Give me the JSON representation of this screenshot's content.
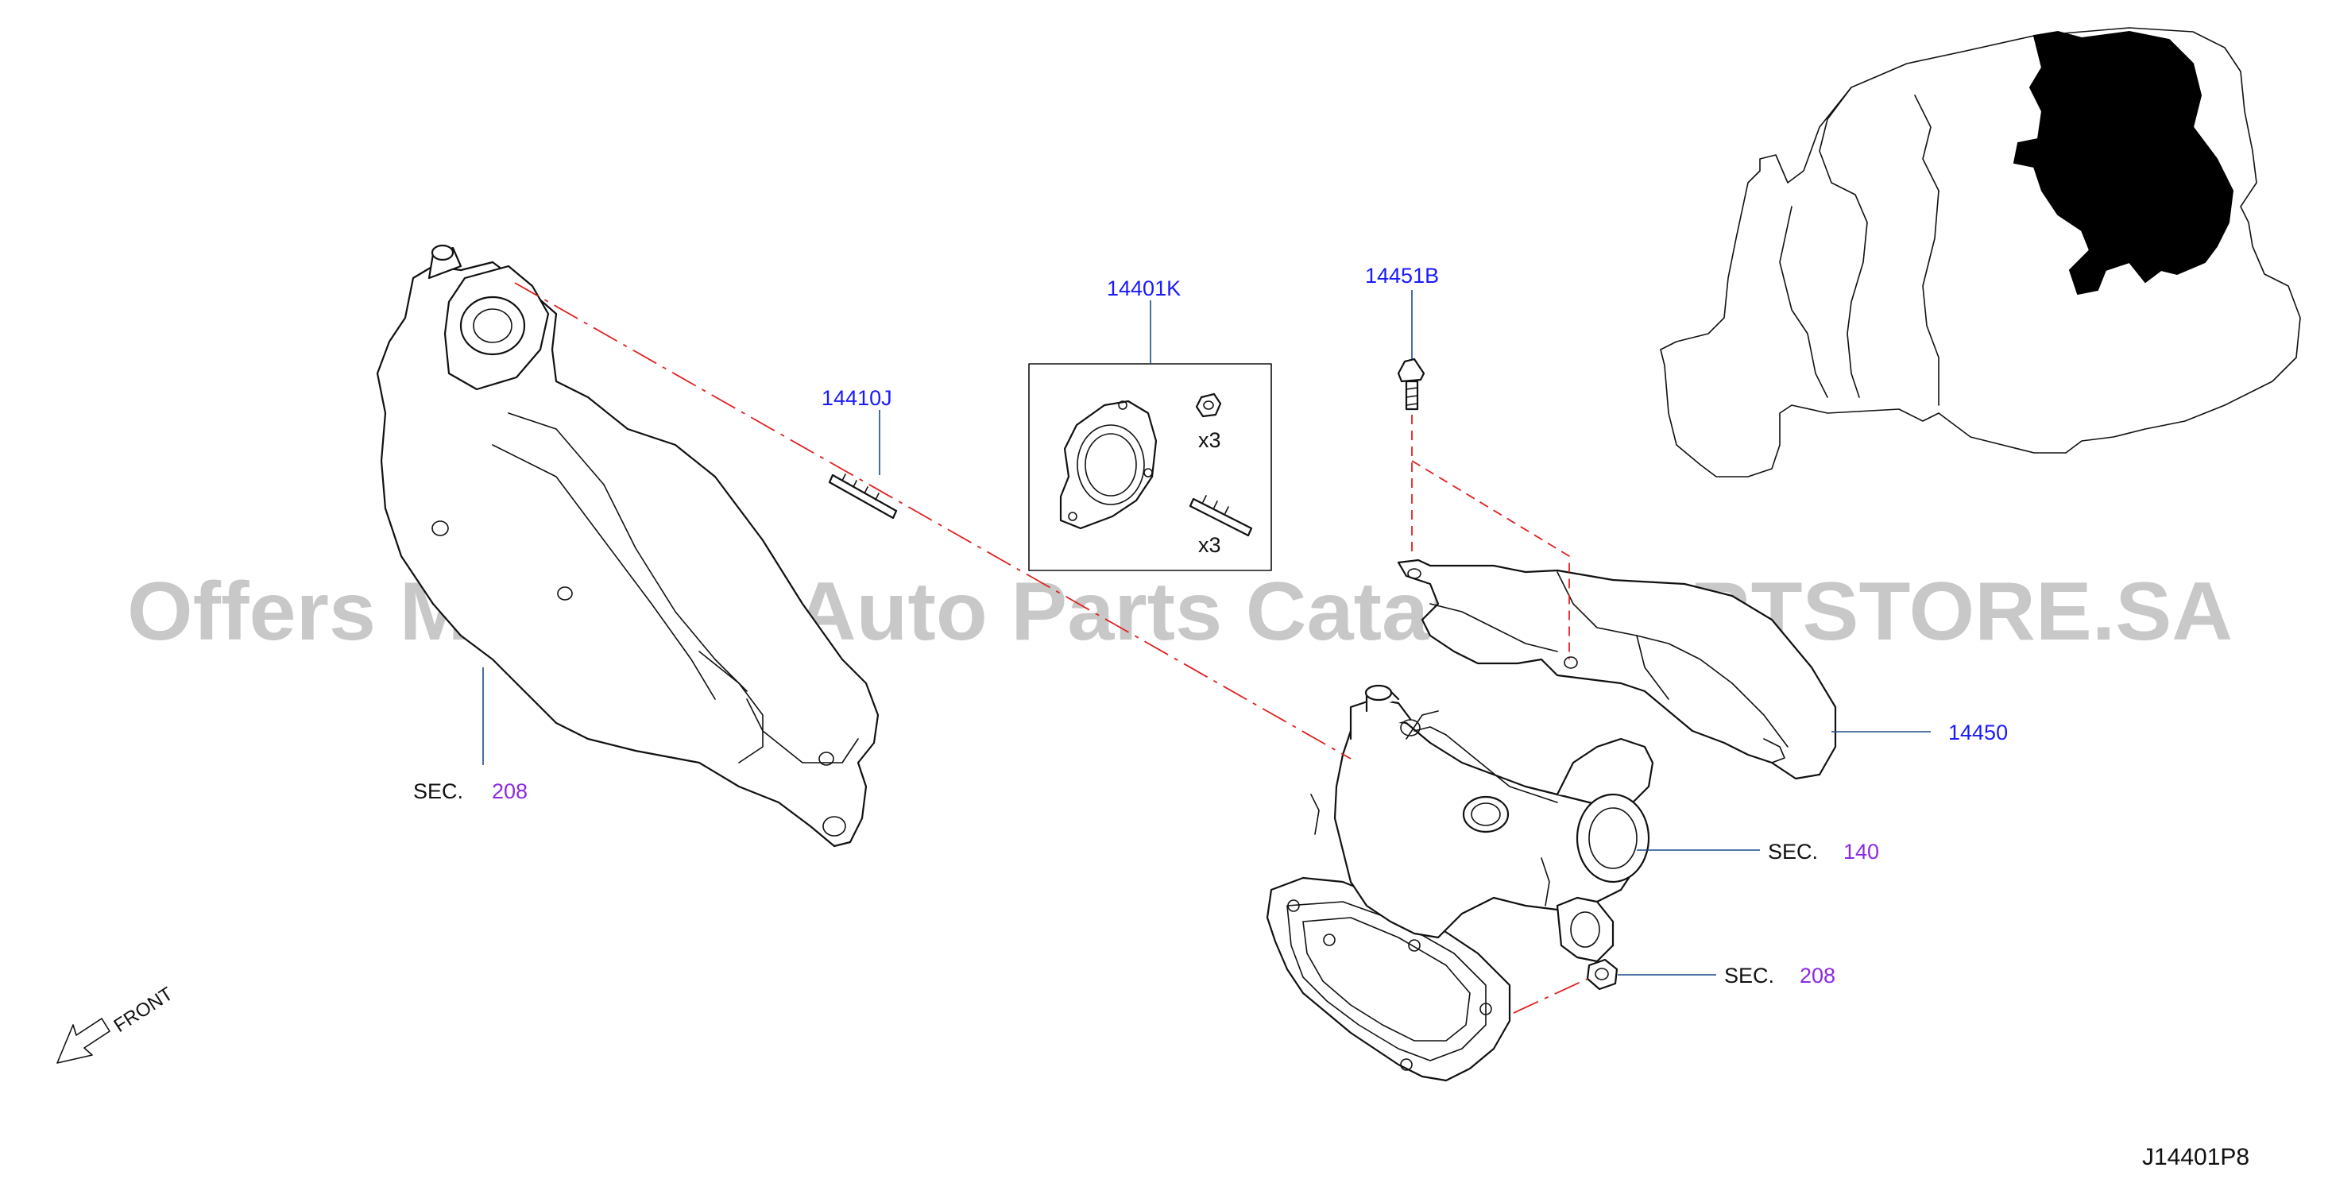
{
  "diagram_id": "J14401P8",
  "watermark": "Offers Merchant Auto Parts Catalog PARTSTORE.SA",
  "front_label": "FRONT",
  "colors": {
    "part_number": "#1a1aff",
    "section_number": "#8a2be2",
    "dash_line": "#e02020",
    "leader_line": "#1a4a8a"
  },
  "callouts": {
    "p14410J": "14410J",
    "p14401K": "14401K",
    "p14451B": "14451B",
    "p14450": "14450",
    "sec_a_prefix": "SEC.",
    "sec_a_num": "208",
    "sec_b_prefix": "SEC.",
    "sec_b_num": "140",
    "sec_c_prefix": "SEC.",
    "sec_c_num": "208"
  },
  "kit": {
    "nut_qty": "x3",
    "stud_qty": "x3"
  }
}
